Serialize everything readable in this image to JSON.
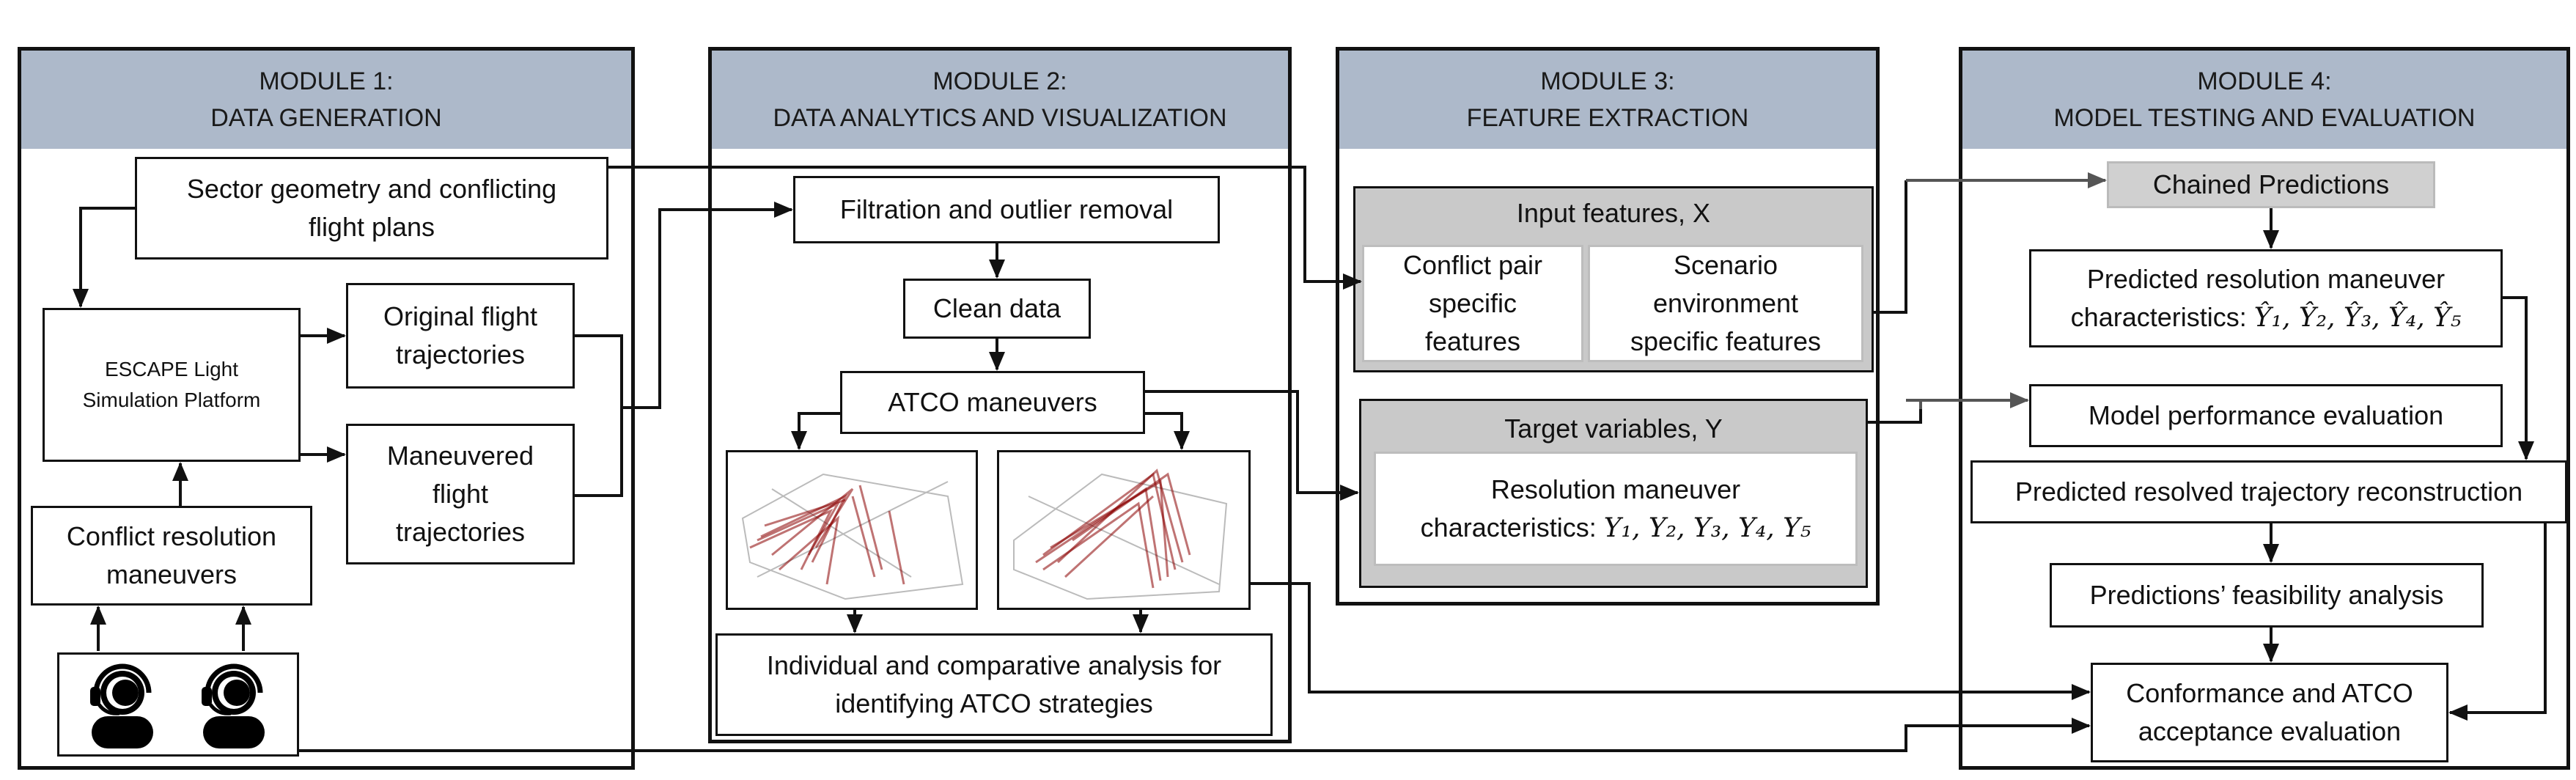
{
  "modules": [
    {
      "line1": "MODULE 1:",
      "line2": "DATA GENERATION"
    },
    {
      "line1": "MODULE 2:",
      "line2": "DATA  ANALYTICS AND VISUALIZATION"
    },
    {
      "line1": "MODULE 3:",
      "line2": "FEATURE EXTRACTION"
    },
    {
      "line1": "MODULE 4:",
      "line2": "MODEL TESTING AND EVALUATION"
    }
  ],
  "m1": {
    "sector_l1": "Sector geometry and conflicting",
    "sector_l2": "flight plans",
    "escape_l1": "ESCAPE Light",
    "escape_l2": "Simulation Platform",
    "orig_l1": "Original flight",
    "orig_l2": "trajectories",
    "man_l1": "Maneuvered",
    "man_l2": "flight",
    "man_l3": "trajectories",
    "conflict_l1": "Conflict resolution",
    "conflict_l2": "maneuvers",
    "icons": [
      "atco-headset-icon",
      "atco-headset-icon"
    ]
  },
  "m2": {
    "filtration": "Filtration and outlier removal",
    "clean": "Clean data",
    "atco": "ATCO maneuvers",
    "analysis_l1": "Individual and comparative analysis for",
    "analysis_l2": "identifying ATCO strategies"
  },
  "m3": {
    "input_title": "Input features, X",
    "conflict_l1": "Conflict pair",
    "conflict_l2": "specific",
    "conflict_l3": "features",
    "scenario_l1": "Scenario",
    "scenario_l2": "environment",
    "scenario_l3": "specific features",
    "target_title": "Target variables, Y",
    "res_l1": "Resolution maneuver",
    "res_l2": "characteristics:",
    "res_vars": "Y₁, Y₂, Y₃, Y₄, Y₅"
  },
  "m4": {
    "chained": "Chained Predictions",
    "pred_l1": "Predicted resolution maneuver",
    "pred_l2": "characteristics:",
    "pred_vars": "Ŷ₁, Ŷ₂, Ŷ₃, Ŷ₄, Ŷ₅",
    "perf": "Model performance evaluation",
    "recon": "Predicted resolved trajectory reconstruction",
    "feas": "Predictions’ feasibility analysis",
    "conf_l1": "Conformance and ATCO",
    "conf_l2": "acceptance evaluation"
  },
  "colors": {
    "header": "#adb9ca",
    "grey_panel": "#c9c9c9",
    "trajectory": "#8b0000"
  }
}
